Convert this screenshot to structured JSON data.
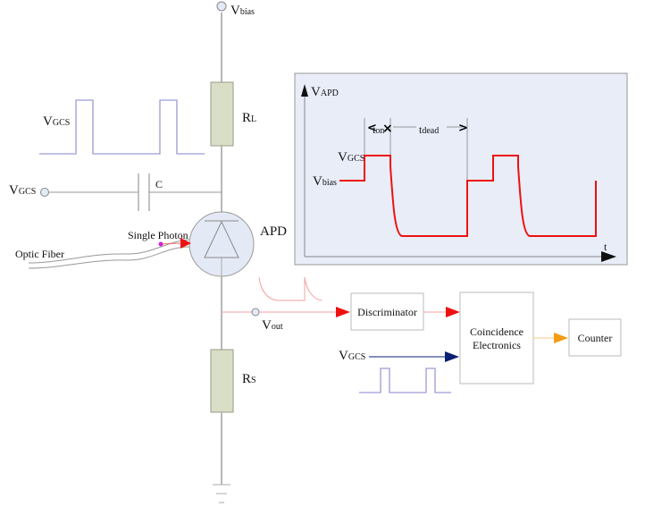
{
  "title": "APD gated single-photon detection circuit",
  "circuit": {
    "vbias": {
      "main": "V",
      "sub": "bias"
    },
    "rl": {
      "main": "R",
      "sub": "L"
    },
    "rs": {
      "main": "R",
      "sub": "S"
    },
    "capacitor": "C",
    "vgcs_pulse": {
      "main": "V",
      "sub": "GCS"
    },
    "vgcs_input": {
      "main": "V",
      "sub": "GCS"
    },
    "apd": "APD",
    "single_photon": "Single Photon",
    "optic_fiber": "Optic Fiber",
    "vout": {
      "main": "V",
      "sub": "out"
    }
  },
  "timing_chart": {
    "y_axis": {
      "main": "V",
      "sub": "APD"
    },
    "x_axis": "t",
    "levels": [
      {
        "main": "V",
        "sub": "GCS"
      },
      {
        "main": "V",
        "sub": "bias"
      }
    ],
    "intervals": [
      {
        "main": "t",
        "sub": "on"
      },
      {
        "main": "t",
        "sub": "dead"
      }
    ]
  },
  "blocks": {
    "discriminator": "Discriminator",
    "coincidence_line1": "Coincidence",
    "coincidence_line2": "Electronics",
    "counter": "Counter",
    "vgcs": {
      "main": "V",
      "sub": "GCS"
    }
  },
  "colors": {
    "wire": "#b8b8b8",
    "resistor_fill": "#d9dec6",
    "apd_fill": "#e4eaf5",
    "chart_bg": "#e8edf8",
    "signal_red": "#ee1111",
    "pulse_blue": "#9c9cd6",
    "gate_arrow": "#0b1f73",
    "counter_arrow": "#f39c12"
  }
}
